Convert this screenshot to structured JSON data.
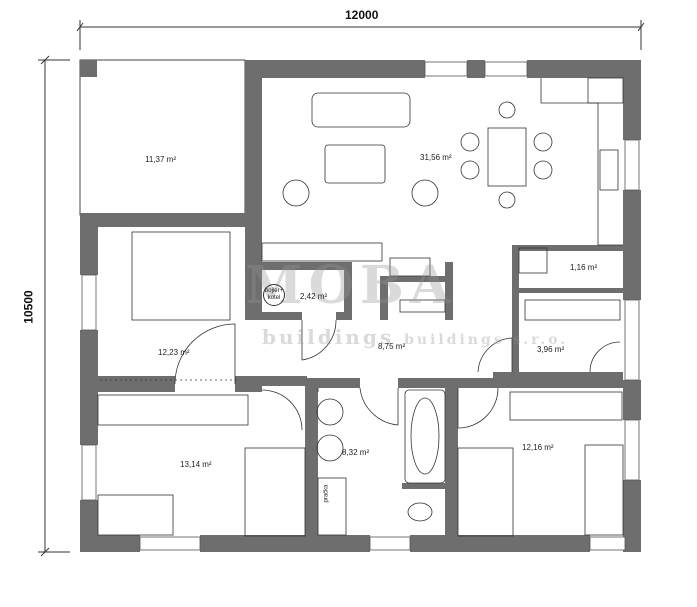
{
  "dimensions": {
    "width": "12000",
    "height": "10500"
  },
  "rooms": [
    {
      "id": "terrace",
      "area": "11,37 m²"
    },
    {
      "id": "living-kitchen",
      "area": "31,56 m²"
    },
    {
      "id": "bedroom-main",
      "area": "12,23 m²"
    },
    {
      "id": "technical",
      "area": "2,42 m²"
    },
    {
      "id": "hall",
      "area": "8,75 m²"
    },
    {
      "id": "pantry",
      "area": "1,16 m²"
    },
    {
      "id": "wardrobe",
      "area": "3,96 m²"
    },
    {
      "id": "bedroom-left",
      "area": "13,14 m²"
    },
    {
      "id": "bathroom",
      "area": "8,32 m²"
    },
    {
      "id": "bedroom-right",
      "area": "12,16 m²"
    }
  ],
  "fixtures": {
    "boiler": "bojler+ kotel",
    "washer": "pračka"
  },
  "watermark": {
    "logo": "MOBA",
    "company": "buildings s.r.o."
  },
  "colors": {
    "wall": "#6e6e6e",
    "line": "#333333"
  }
}
